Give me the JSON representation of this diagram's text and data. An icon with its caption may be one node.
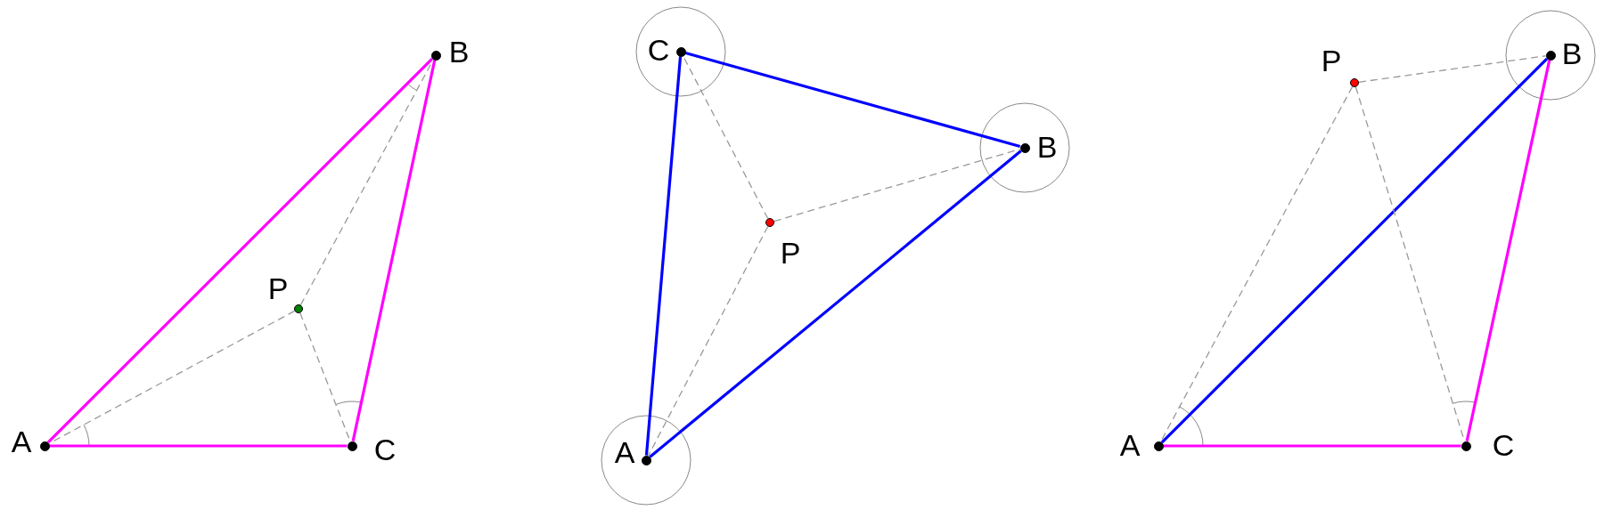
{
  "diagram": {
    "nodes": [
      {
        "text": [],
        "shape": "circle",
        "beside": [
          "A"
        ]
      },
      {
        "text": [],
        "shape": "circle",
        "beside": [
          "B"
        ]
      },
      {
        "text": [],
        "shape": "circle",
        "beside": [
          "C"
        ]
      },
      {
        "text": [],
        "shape": "circle",
        "beside": [
          "P"
        ]
      },
      {
        "text": [],
        "shape": "circle",
        "beside": [
          "C"
        ]
      },
      {
        "text": [],
        "shape": "circle",
        "beside": [
          "B"
        ]
      },
      {
        "text": [],
        "shape": "circle",
        "beside": [
          "A"
        ]
      },
      {
        "text": [],
        "shape": "circle",
        "beside": [
          "P"
        ]
      },
      {
        "text": [],
        "shape": "circle",
        "beside": [
          "P"
        ]
      },
      {
        "text": [],
        "shape": "circle",
        "beside": [
          "B"
        ]
      },
      {
        "text": [],
        "shape": "circle",
        "beside": [
          "A"
        ]
      },
      {
        "text": [],
        "shape": "circle",
        "beside": [
          "C"
        ]
      }
    ],
    "edges": [
      {
        "from": 0,
        "to": 1,
        "arrow": "none",
        "color": "#ff00ff"
      },
      {
        "from": 1,
        "to": 2,
        "arrow": "none",
        "color": "#ff00ff"
      },
      {
        "from": 0,
        "to": 2,
        "arrow": "none",
        "color": "#ff00ff"
      },
      {
        "from": 3,
        "to": 0,
        "arrow": "none",
        "style": "dashed"
      },
      {
        "from": 3,
        "to": 1,
        "arrow": "none",
        "style": "dashed"
      },
      {
        "from": 3,
        "to": 2,
        "arrow": "none",
        "style": "dashed"
      },
      {
        "from": 6,
        "to": 4,
        "arrow": "none",
        "color": "#0000ff"
      },
      {
        "from": 4,
        "to": 5,
        "arrow": "none",
        "color": "#0000ff"
      },
      {
        "from": 6,
        "to": 5,
        "arrow": "none",
        "color": "#0000ff"
      },
      {
        "from": 7,
        "to": 4,
        "arrow": "none",
        "style": "dashed"
      },
      {
        "from": 7,
        "to": 5,
        "arrow": "none",
        "style": "dashed"
      },
      {
        "from": 7,
        "to": 6,
        "arrow": "none",
        "style": "dashed"
      },
      {
        "from": 10,
        "to": 9,
        "arrow": "none",
        "color": "#0000ff"
      },
      {
        "from": 9,
        "to": 11,
        "arrow": "none",
        "color": "#ff00ff"
      },
      {
        "from": 10,
        "to": 11,
        "arrow": "none",
        "color": "#ff00ff"
      },
      {
        "from": 8,
        "to": 10,
        "arrow": "none",
        "style": "dashed"
      },
      {
        "from": 8,
        "to": 9,
        "arrow": "none",
        "style": "dashed"
      },
      {
        "from": 8,
        "to": 11,
        "arrow": "none",
        "style": "dashed"
      }
    ]
  }
}
